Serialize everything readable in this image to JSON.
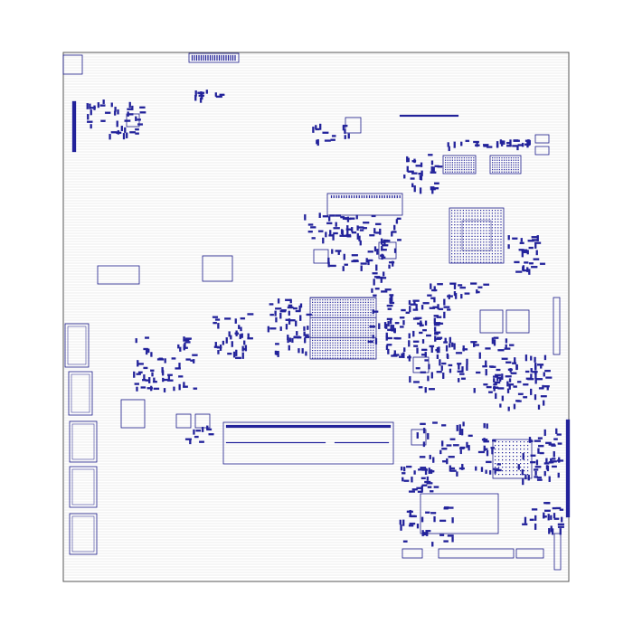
{
  "view": {
    "kind": "pcb-layout",
    "background": "#ffffff",
    "board_fill": "#ffffff",
    "outline_color": "#555555",
    "stripe_color": "#dcdcdc",
    "component_color": "#1c1c8a",
    "pad_color": "#22229a"
  },
  "components": {
    "bga_main": "bga-package",
    "bga_secondary": "bga-package",
    "connector_bottom": "connector",
    "side_ports": "connector",
    "ic_packages": "ic",
    "passives": "smd-passive"
  }
}
